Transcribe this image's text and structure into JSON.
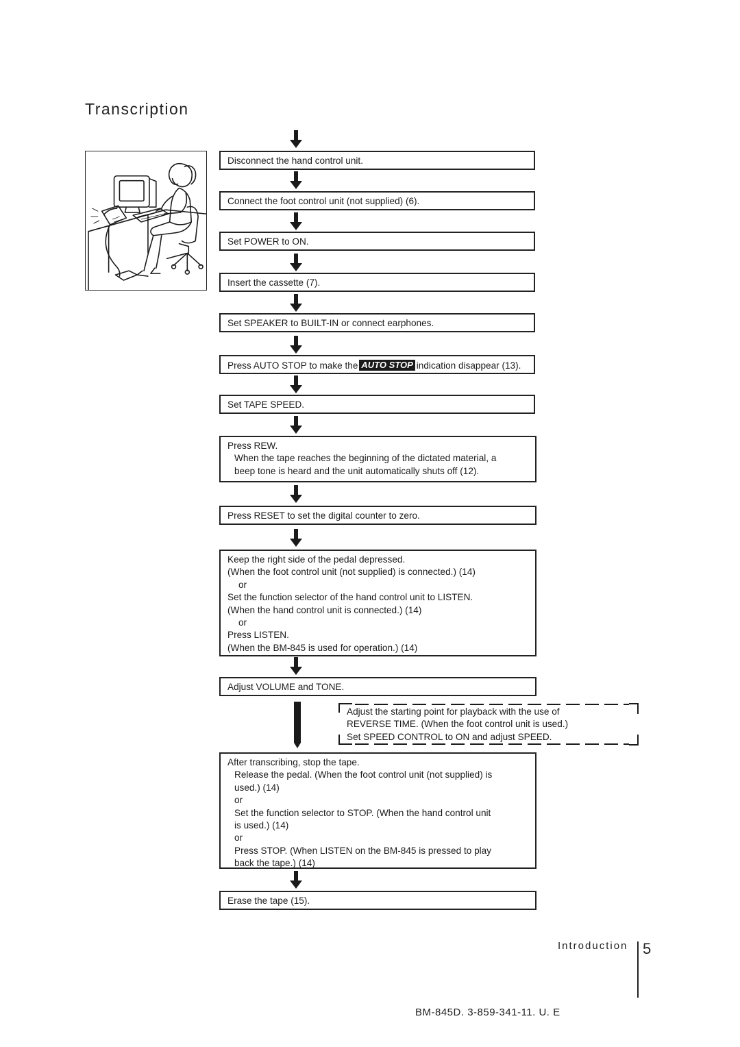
{
  "page": {
    "title": "Transcription",
    "section_label": "Introduction",
    "page_number": "5",
    "footer_code": "BM-845D. 3-859-341-11. U. E"
  },
  "illustration": {
    "icon": "person-at-computer-with-foot-pedal-illustration"
  },
  "steps": [
    {
      "lines": [
        "Disconnect the hand control unit."
      ]
    },
    {
      "lines": [
        "Connect the foot control unit (not supplied) (6)."
      ]
    },
    {
      "lines": [
        "Set POWER to ON."
      ]
    },
    {
      "lines": [
        "Insert the cassette (7)."
      ]
    },
    {
      "lines": [
        "Set SPEAKER to BUILT-IN or connect earphones."
      ]
    },
    {
      "pre": "Press AUTO STOP to make the",
      "badge": "AUTO STOP",
      "post": "indication disappear (13)."
    },
    {
      "lines": [
        "Set TAPE SPEED."
      ]
    },
    {
      "lines": [
        "Press REW.",
        "When the tape reaches the beginning of the dictated material, a",
        "beep tone is heard and the unit automatically shuts off (12)."
      ]
    },
    {
      "lines": [
        "Press RESET to set the digital counter to zero."
      ]
    },
    {
      "lines": [
        "Keep the right side of the pedal depressed.",
        "(When the foot control unit (not supplied) is connected.) (14)",
        "or",
        "Set the function selector of the hand control unit to LISTEN.",
        "(When the hand control unit is connected.) (14)",
        "or",
        "Press LISTEN.",
        "(When the BM-845 is used for operation.) (14)"
      ]
    },
    {
      "lines": [
        "Adjust VOLUME and TONE."
      ]
    },
    {
      "lines": [
        "After transcribing, stop the tape.",
        "Release the pedal. (When the foot control unit (not supplied) is",
        "used.) (14)",
        "or",
        "Set the function selector to STOP. (When the hand control unit",
        "is used.) (14)",
        "or",
        "Press STOP. (When LISTEN on the BM-845 is pressed to play",
        "back the tape.) (14)"
      ]
    },
    {
      "lines": [
        "Erase the tape (15)."
      ]
    }
  ],
  "optional_note": {
    "lines": [
      "Adjust the starting point for playback with the use of",
      "REVERSE TIME. (When the foot control unit is used.)",
      "Set SPEED CONTROL to ON and adjust SPEED."
    ]
  },
  "arrow_icon": "down-arrow-icon"
}
